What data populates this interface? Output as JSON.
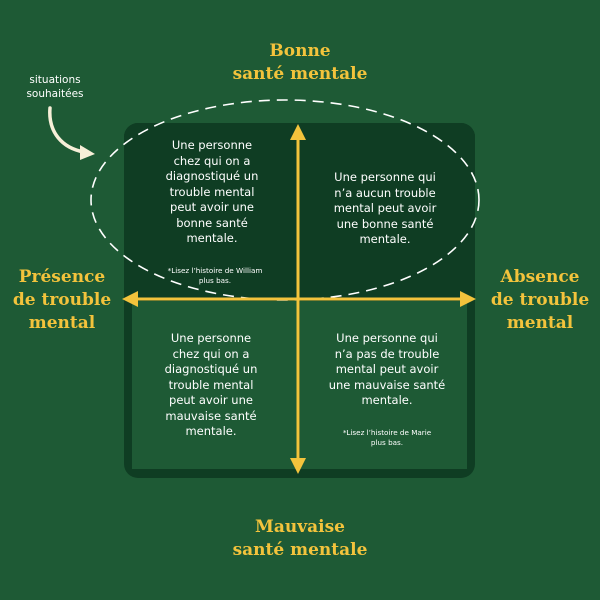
{
  "axes": {
    "top": "Bonne\nsanté mentale",
    "bottom": "Mauvaise\nsanté mentale",
    "left": "Présence\nde trouble\nmental",
    "right": "Absence\nde trouble\nmental"
  },
  "quadrants": {
    "top_left": "Une personne\nchez qui on a\ndiagnostiqué un\ntrouble mental\npeut avoir une\nbonne santé\nmentale.",
    "top_left_note": "*Lisez l’histoire de William\nplus bas.",
    "top_right": "Une personne qui\nn’a aucun trouble\nmental peut avoir\nune bonne santé\nmentale.",
    "bottom_left": "Une personne\nchez qui on a\ndiagnostiqué un\ntrouble mental\npeut avoir une\nmauvaise santé\nmentale.",
    "bottom_right": "Une personne qui\nn’a pas de trouble\nmental peut avoir\nune mauvaise santé\nmentale.",
    "bottom_right_note": "*Lisez l’histoire de Marie\nplus bas."
  },
  "annotation": {
    "label": "situations\nsouhaitées"
  },
  "colors": {
    "background": "#1e5a35",
    "dark_quadrant": "#0f3d23",
    "accent": "#f3c33c",
    "text": "#ffffff"
  },
  "icons": {
    "arrows": "double-headed-arrow-icon",
    "pointer": "curved-arrow-icon"
  }
}
